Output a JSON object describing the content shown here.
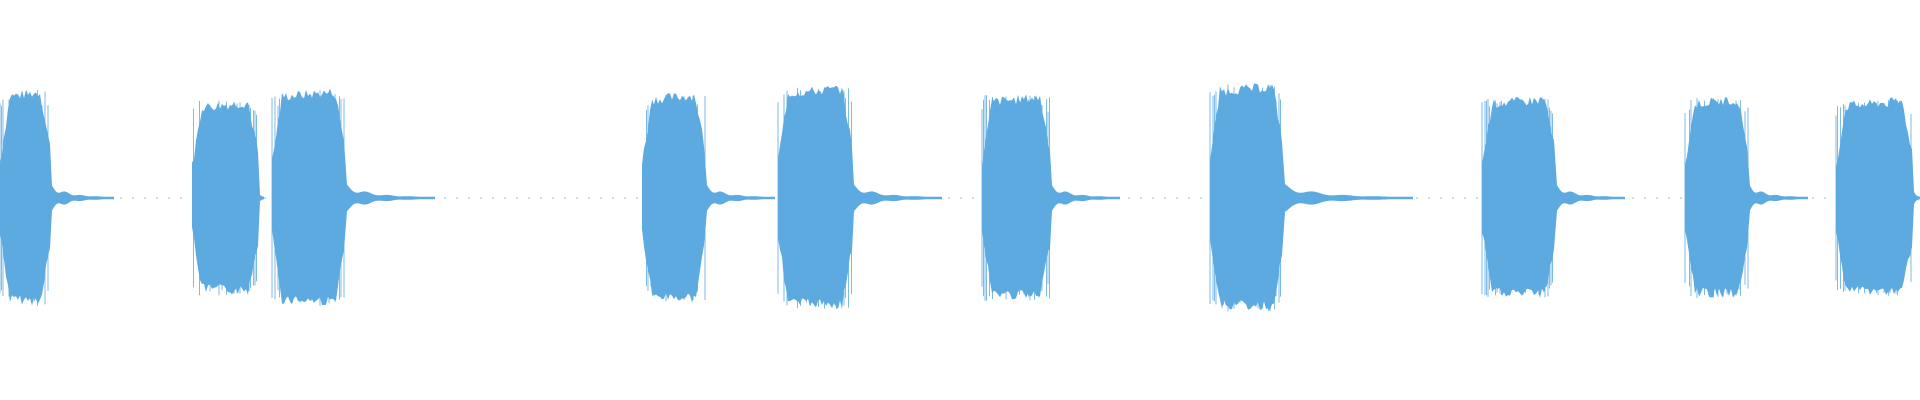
{
  "waveform": {
    "color": "#5DAAE0",
    "background": "#FFFFFF",
    "duration_units": 1920,
    "segments": [
      {
        "start": 0,
        "end": 50,
        "amplitude": 0.95,
        "tail": 65
      },
      {
        "start": 192,
        "end": 258,
        "amplitude": 0.85,
        "tail": 6
      },
      {
        "start": 272,
        "end": 345,
        "amplitude": 0.95,
        "tail": 90
      },
      {
        "start": 642,
        "end": 705,
        "amplitude": 0.92,
        "tail": 70
      },
      {
        "start": 778,
        "end": 852,
        "amplitude": 0.98,
        "tail": 90
      },
      {
        "start": 982,
        "end": 1050,
        "amplitude": 0.9,
        "tail": 70
      },
      {
        "start": 1210,
        "end": 1283,
        "amplitude": 1.0,
        "tail": 130
      },
      {
        "start": 1482,
        "end": 1555,
        "amplitude": 0.88,
        "tail": 70
      },
      {
        "start": 1685,
        "end": 1748,
        "amplitude": 0.88,
        "tail": 60
      },
      {
        "start": 1836,
        "end": 1912,
        "amplitude": 0.86,
        "tail": 8
      }
    ]
  }
}
